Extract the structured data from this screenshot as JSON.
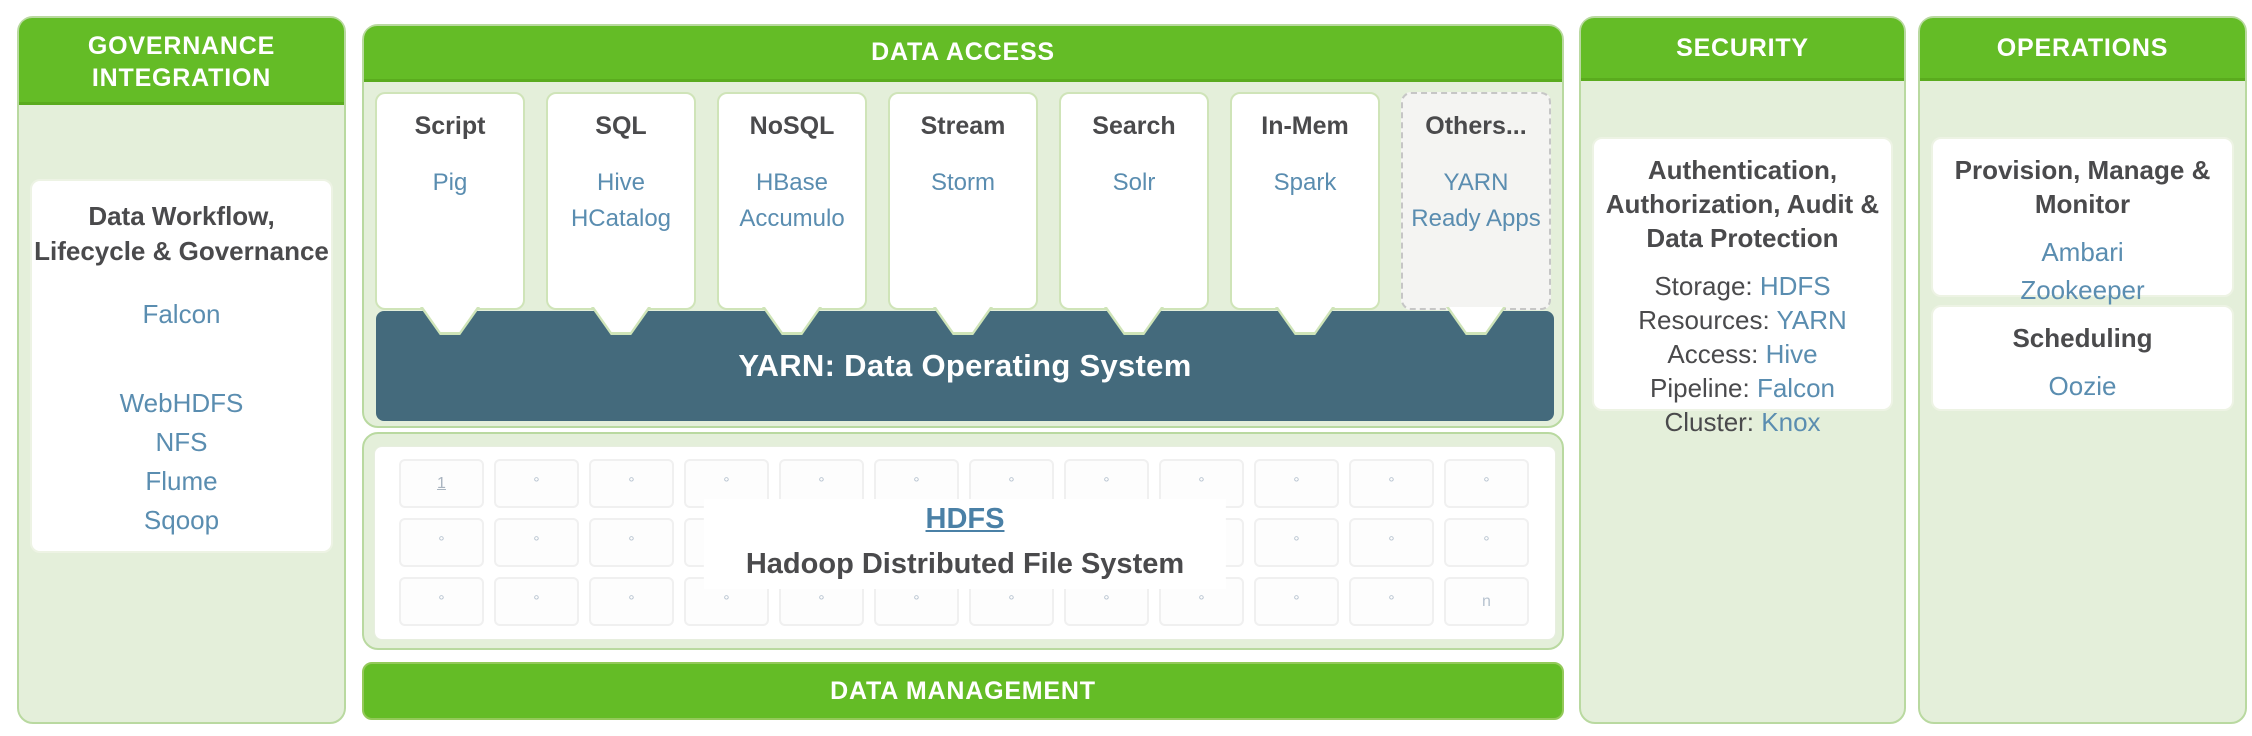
{
  "colors": {
    "header_green": "#64bc26",
    "panel_bg": "#e4efda",
    "panel_border": "#b9d9a0",
    "yarn_bar": "#446a7c",
    "link_blue": "#5a8db0",
    "text_dark": "#4a4a4c"
  },
  "panels": {
    "governance": {
      "header_lines": [
        "GOVERNANCE",
        "INTEGRATION"
      ],
      "card": {
        "title_lines": [
          "Data Workflow,",
          "Lifecycle & Governance"
        ],
        "primary_items": [
          "Falcon"
        ],
        "secondary_items": [
          "WebHDFS",
          "NFS",
          "Flume",
          "Sqoop"
        ]
      }
    },
    "data_access": {
      "header": "DATA ACCESS",
      "yarn_label": "YARN: Data Operating System",
      "tiles": [
        {
          "title": "Script",
          "items": [
            "Pig"
          ]
        },
        {
          "title": "SQL",
          "items": [
            "Hive",
            "HCatalog"
          ]
        },
        {
          "title": "NoSQL",
          "items": [
            "HBase",
            "Accumulo"
          ]
        },
        {
          "title": "Stream",
          "items": [
            "Storm"
          ]
        },
        {
          "title": "Search",
          "items": [
            "Solr"
          ]
        },
        {
          "title": "In-Mem",
          "items": [
            "Spark"
          ]
        },
        {
          "title": "Others...",
          "items": [
            "YARN Ready Apps"
          ]
        }
      ]
    },
    "hdfs": {
      "link": "HDFS",
      "caption": "Hadoop Distributed File System",
      "grid": {
        "rows": 3,
        "cols": 12,
        "first": "1",
        "last": "n",
        "mid": "°"
      }
    },
    "data_management": {
      "header": "DATA MANAGEMENT"
    },
    "security": {
      "header": "SECURITY",
      "card": {
        "title_lines": [
          "Authentication,",
          "Authorization, Audit &",
          "Data Protection"
        ],
        "rows": [
          {
            "label": "Storage:",
            "value": "HDFS"
          },
          {
            "label": "Resources:",
            "value": "YARN"
          },
          {
            "label": "Access:",
            "value": "Hive"
          },
          {
            "label": "Pipeline:",
            "value": "Falcon"
          },
          {
            "label": "Cluster:",
            "value": "Knox"
          }
        ]
      }
    },
    "operations": {
      "header": "OPERATIONS",
      "cards": [
        {
          "title_lines": [
            "Provision, Manage &",
            "Monitor"
          ],
          "items": [
            "Ambari",
            "Zookeeper"
          ]
        },
        {
          "title_lines": [
            "Scheduling"
          ],
          "items": [
            "Oozie"
          ]
        }
      ]
    }
  }
}
